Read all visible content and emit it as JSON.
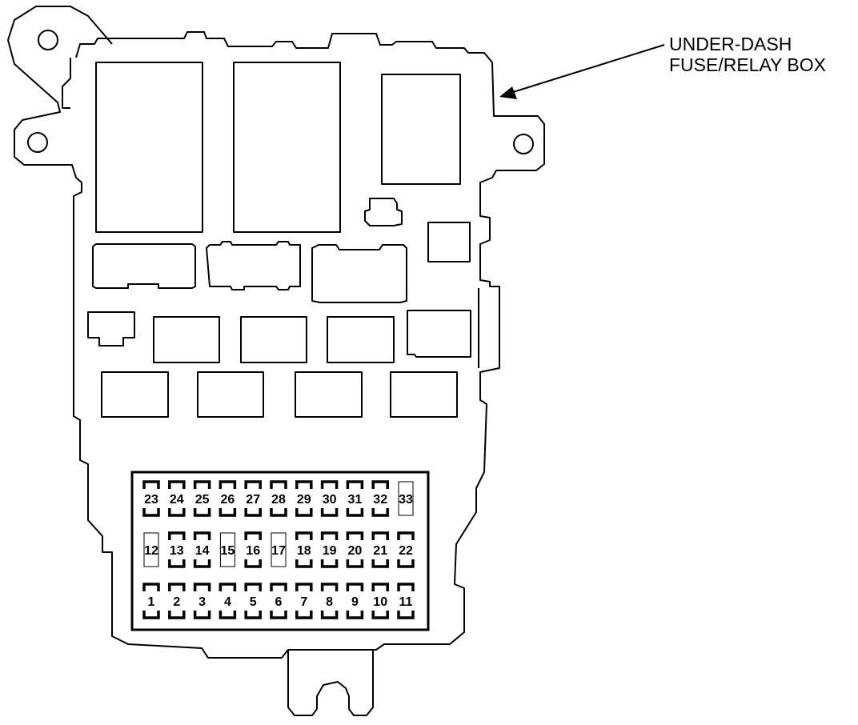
{
  "callout": {
    "line1": "UNDER-DASH",
    "line2": "FUSE/RELAY BOX"
  },
  "fuses": {
    "top_row": [
      {
        "n": "23",
        "filled": true
      },
      {
        "n": "24",
        "filled": true
      },
      {
        "n": "25",
        "filled": true
      },
      {
        "n": "26",
        "filled": true
      },
      {
        "n": "27",
        "filled": true
      },
      {
        "n": "28",
        "filled": true
      },
      {
        "n": "29",
        "filled": true
      },
      {
        "n": "30",
        "filled": true
      },
      {
        "n": "31",
        "filled": true
      },
      {
        "n": "32",
        "filled": true
      },
      {
        "n": "33",
        "filled": false
      }
    ],
    "middle_row": [
      {
        "n": "12",
        "filled": false
      },
      {
        "n": "13",
        "filled": true
      },
      {
        "n": "14",
        "filled": true
      },
      {
        "n": "15",
        "filled": false
      },
      {
        "n": "16",
        "filled": true
      },
      {
        "n": "17",
        "filled": false
      },
      {
        "n": "18",
        "filled": true
      },
      {
        "n": "19",
        "filled": true
      },
      {
        "n": "20",
        "filled": true
      },
      {
        "n": "21",
        "filled": true
      },
      {
        "n": "22",
        "filled": true
      }
    ],
    "bottom_row": [
      {
        "n": "1",
        "filled": true
      },
      {
        "n": "2",
        "filled": true
      },
      {
        "n": "3",
        "filled": true
      },
      {
        "n": "4",
        "filled": true
      },
      {
        "n": "5",
        "filled": true
      },
      {
        "n": "6",
        "filled": true
      },
      {
        "n": "7",
        "filled": true
      },
      {
        "n": "8",
        "filled": true
      },
      {
        "n": "9",
        "filled": true
      },
      {
        "n": "10",
        "filled": true
      },
      {
        "n": "11",
        "filled": true
      }
    ]
  },
  "colors": {
    "line": "#000000",
    "background": "#ffffff"
  }
}
